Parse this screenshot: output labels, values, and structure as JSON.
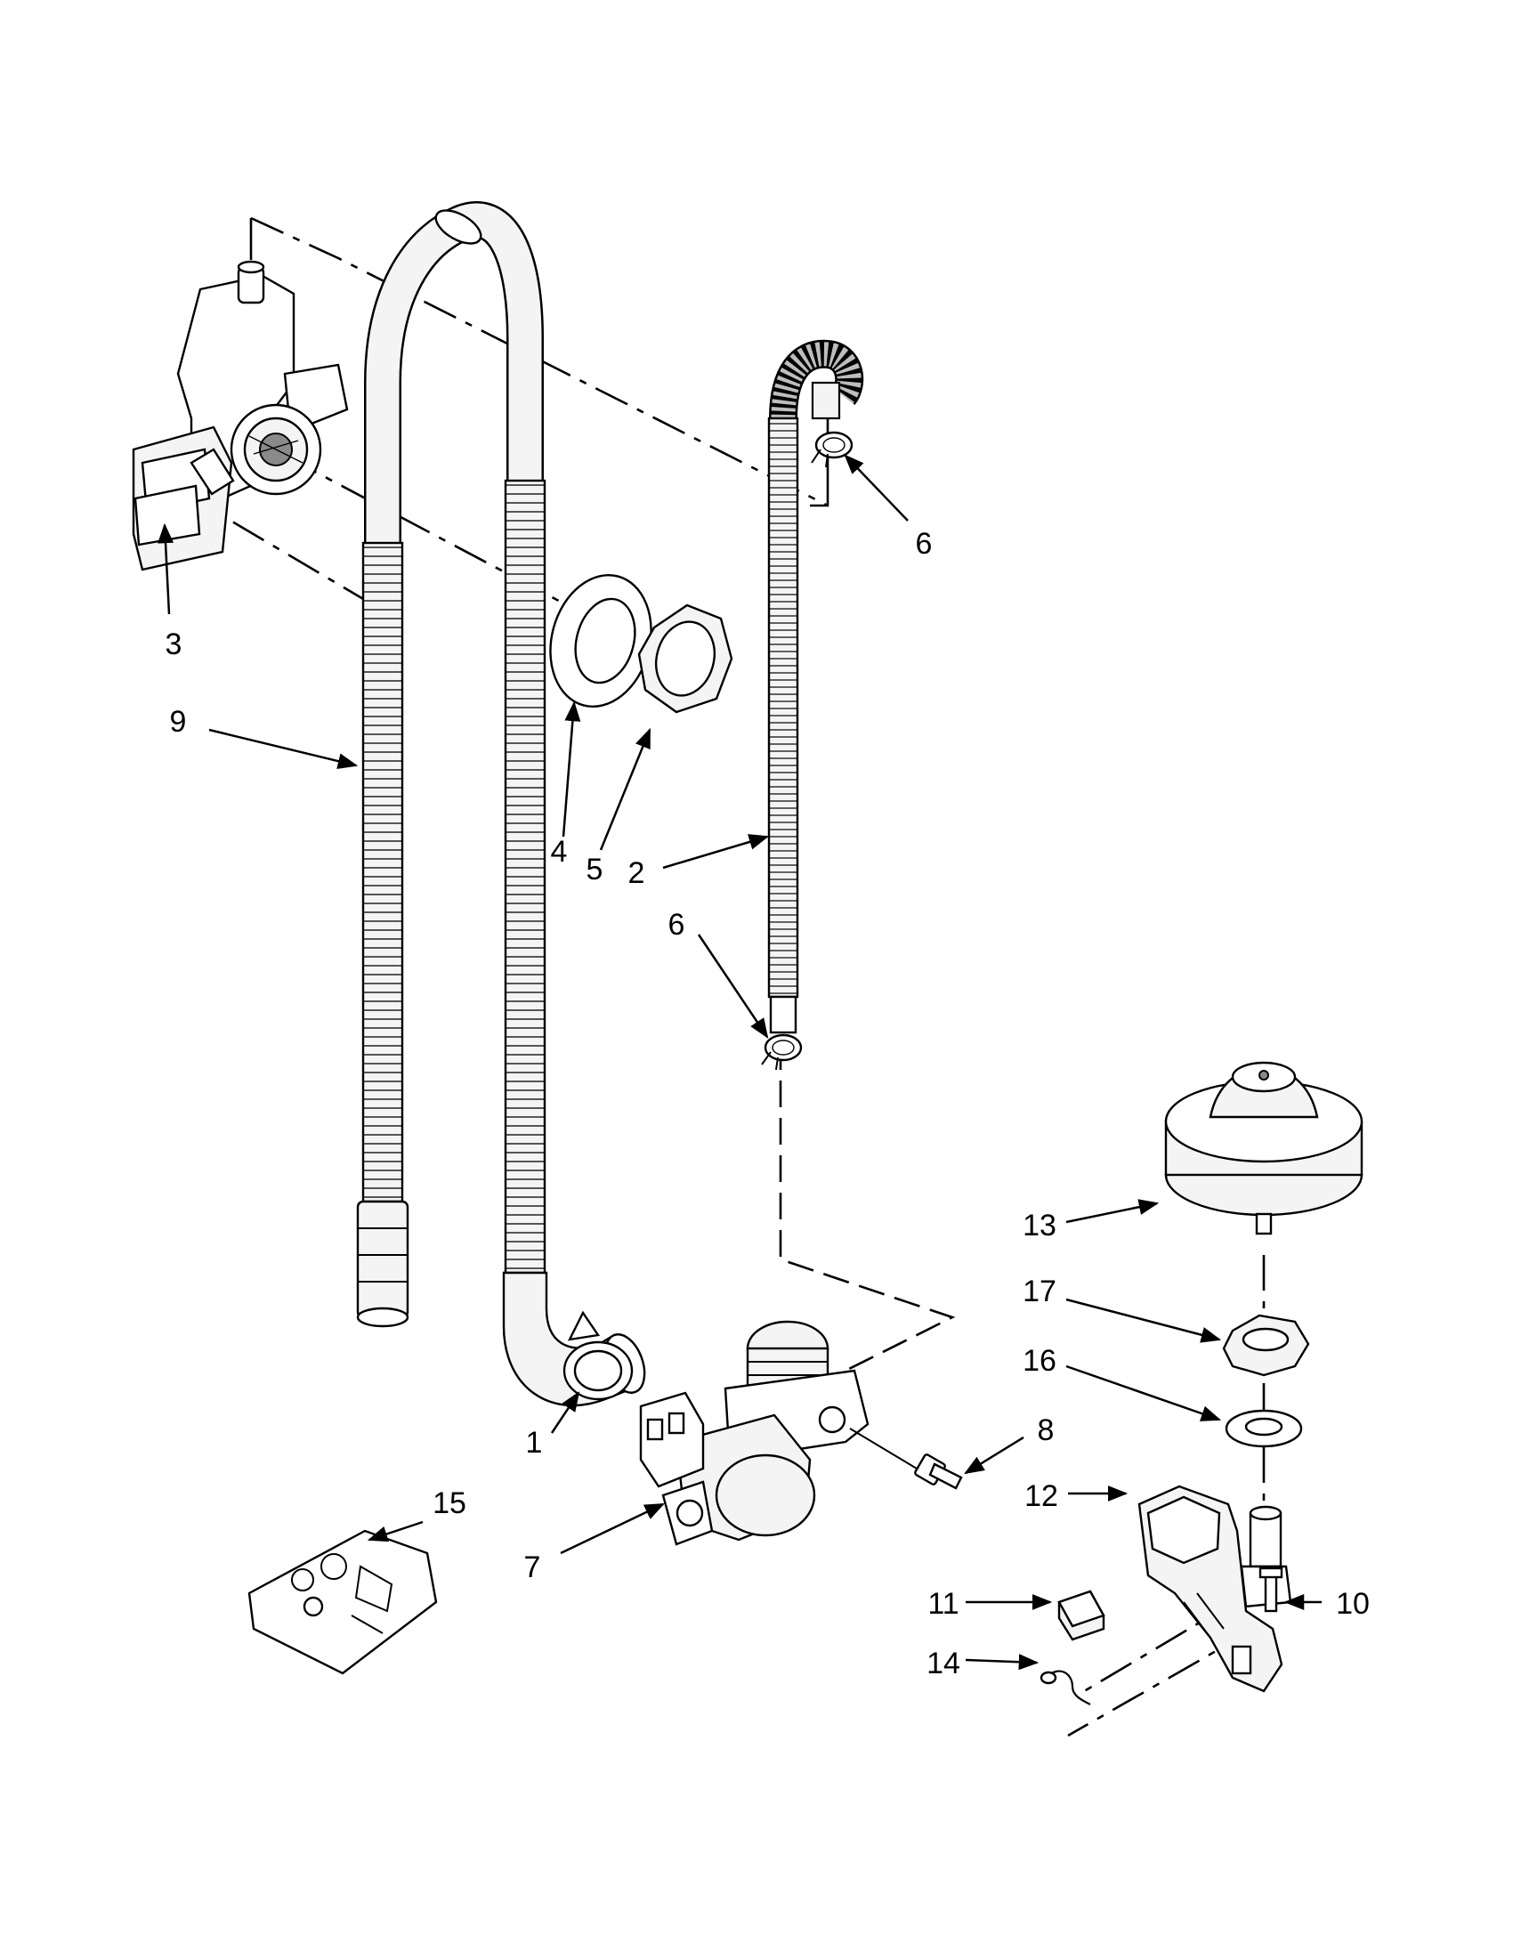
{
  "callouts": [
    {
      "id": "1",
      "label": "1"
    },
    {
      "id": "2",
      "label": "2"
    },
    {
      "id": "3",
      "label": "3"
    },
    {
      "id": "4",
      "label": "4"
    },
    {
      "id": "5",
      "label": "5"
    },
    {
      "id": "6a",
      "label": "6"
    },
    {
      "id": "6b",
      "label": "6"
    },
    {
      "id": "7",
      "label": "7"
    },
    {
      "id": "8",
      "label": "8"
    },
    {
      "id": "9",
      "label": "9"
    },
    {
      "id": "10",
      "label": "10"
    },
    {
      "id": "11",
      "label": "11"
    },
    {
      "id": "12",
      "label": "12"
    },
    {
      "id": "13",
      "label": "13"
    },
    {
      "id": "14",
      "label": "14"
    },
    {
      "id": "15",
      "label": "15"
    },
    {
      "id": "16",
      "label": "16"
    },
    {
      "id": "17",
      "label": "17"
    }
  ]
}
